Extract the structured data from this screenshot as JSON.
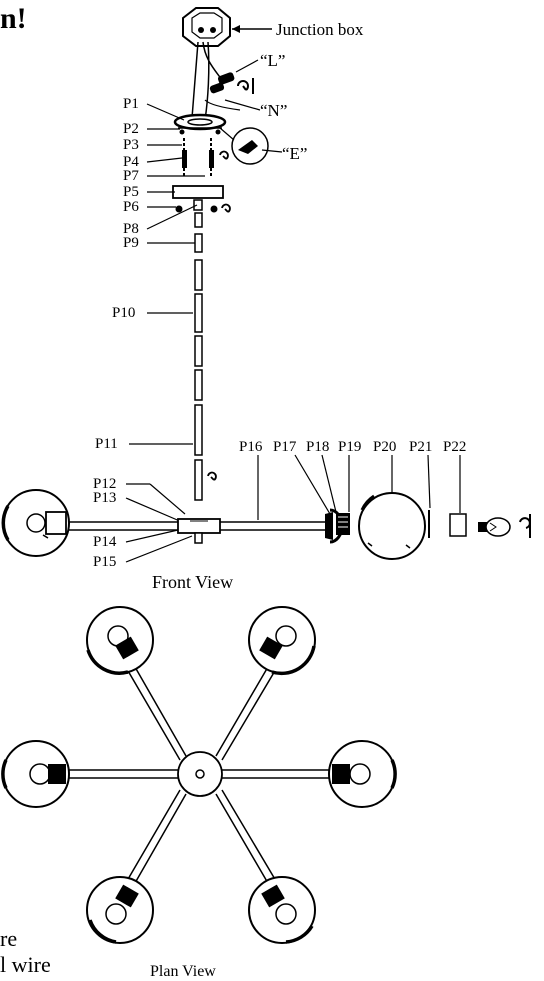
{
  "header": {
    "partial_text": "n!"
  },
  "callouts": {
    "junction_box": "Junction box",
    "live": "“L”",
    "neutral": "“N”",
    "earth": "“E”"
  },
  "parts": {
    "p1": "P1",
    "p2": "P2",
    "p3": "P3",
    "p4": "P4",
    "p5": "P5",
    "p6": "P6",
    "p7": "P7",
    "p8": "P8",
    "p9": "P9",
    "p10": "P10",
    "p11": "P11",
    "p12": "P12",
    "p13": "P13",
    "p14": "P14",
    "p15": "P15",
    "p16": "P16",
    "p17": "P17",
    "p18": "P18",
    "p19": "P19",
    "p20": "P20",
    "p21": "P21",
    "p22": "P22"
  },
  "views": {
    "front": "Front View",
    "plan": "Plan View"
  },
  "edge_text": {
    "line1": "re",
    "line2": "l wire"
  },
  "icons": [
    "rotate-icon",
    "globe-shade-icon",
    "bulb-icon",
    "socket-icon",
    "junction-box-icon"
  ]
}
